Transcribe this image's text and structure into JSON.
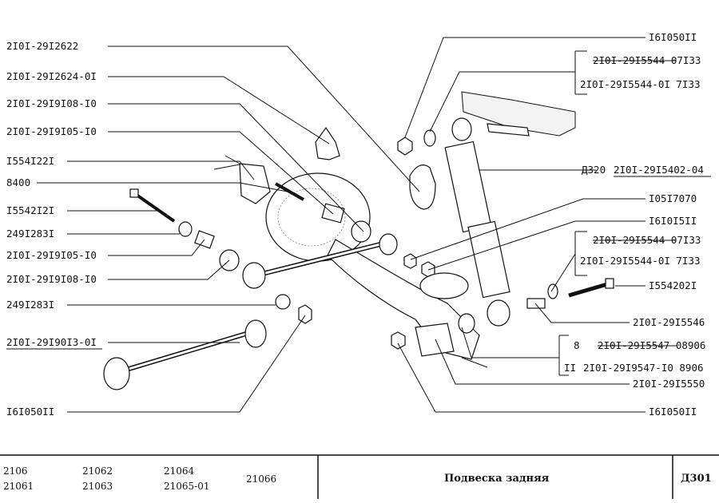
{
  "diagram": {
    "callouts_left": [
      "2I0I-29I2622",
      "2I0I-29I2624-0I",
      "2I0I-29I9I08-I0",
      "2I0I-29I9I05-I0",
      "I554I22I",
      "8400",
      "I5542I2I",
      "249I283I",
      "2I0I-29I9I05-I0",
      "2I0I-29I9I08-I0",
      "249I283I",
      "2I0I-29I90I3-0I",
      "I6I050II"
    ],
    "callouts_right": {
      "nut_top": "I6I050II",
      "shock_old_top": "2I0I-29I5544 07I33",
      "shock_new_top": "2I0I-29I5544-0I 7I33",
      "shock_prefix": "Д320",
      "shock_absorber": "2I0I-29I5402-04",
      "washer_a": "I05I7070",
      "washer_b": "I6I0I5II",
      "bush_old": "2I0I-29I5544 07I33",
      "bush_new": "2I0I-29I5544-0I 7I33",
      "bolt": "I554202I",
      "spacer": "2I0I-29I5546",
      "pin_qty_old": "8",
      "pin_old": "2I0I-29I5547 08906",
      "pin_qty_new": "II",
      "pin_new": "2I0I-29I9547-I0 8906",
      "bracket": "2I0I-29I5550",
      "nut_bottom": "I6I050II"
    }
  },
  "title_block": {
    "models": [
      "2106",
      "21062",
      "21064",
      "21066",
      "21061",
      "21063",
      "21065-01"
    ],
    "title": "Подвеска задняя",
    "sheet": "Д301"
  }
}
